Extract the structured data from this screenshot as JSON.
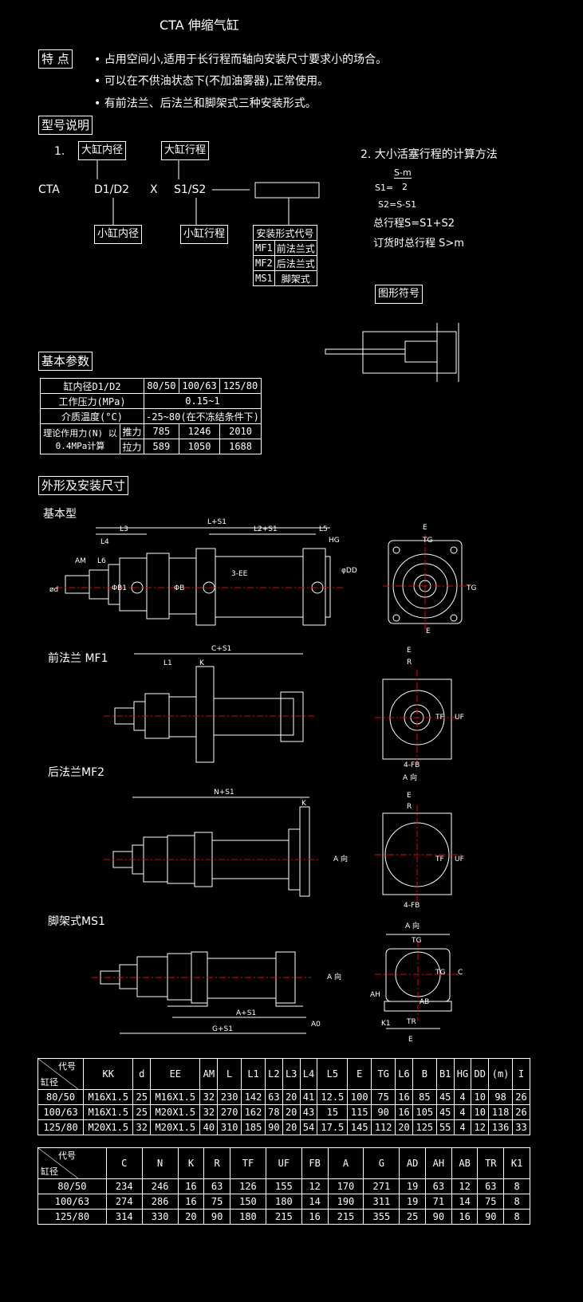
{
  "title": "CTA   伸缩气缸",
  "features": {
    "label": "特 点",
    "items": [
      "• 占用空间小,适用于长行程而轴向安装尺寸要求小的场合。",
      "• 可以在不供油状态下(不加油雾器),正常使用。",
      "• 有前法兰、后法兰和脚架式三种安装形式。"
    ]
  },
  "model": {
    "label": "型号说明",
    "num": "1.",
    "big_bore": "大缸内径",
    "big_stroke": "大缸行程",
    "cta": "CTA",
    "d": "D1/D2",
    "x": "X",
    "s": "S1/S2",
    "small_bore": "小缸内径",
    "small_stroke": "小缸行程",
    "mount_header": "安装形式代号",
    "mounts": [
      [
        "MF1",
        "前法兰式"
      ],
      [
        "MF2",
        "后法兰式"
      ],
      [
        "MS1",
        "脚架式"
      ]
    ]
  },
  "calc": {
    "title": "2. 大小活塞行程的计算方法",
    "f1_num": "S-m",
    "f1_lhs": "S1=",
    "f1_den": "2",
    "f2": "S2=S-S1",
    "f3": "总行程S=S1+S2",
    "f4": "订货时总行程  S>m"
  },
  "symbol_label": "图形符号",
  "params": {
    "label": "基本参数",
    "rows": [
      [
        "缸内径D1/D2",
        "80/50",
        "100/63",
        "125/80"
      ],
      [
        "工作压力(MPa)",
        "0.15~1"
      ],
      [
        "介质温度(°C)",
        "-25~80(在不冻结条件下)"
      ]
    ],
    "force_label": "理论作用力(N) 以0.4MPa计算",
    "push": [
      "推力",
      "785",
      "1246",
      "2010"
    ],
    "pull": [
      "拉力",
      "589",
      "1050",
      "1688"
    ]
  },
  "dims_label": "外形及安装尺寸",
  "views": {
    "basic": "基本型",
    "mf1": "前法兰 MF1",
    "mf2": "后法兰MF2",
    "ms1": "脚架式MS1",
    "basic_dims": [
      "L+S1",
      "L3",
      "L2+S1",
      "L5",
      "L4",
      "HG",
      "AM",
      "L6",
      "3-EE",
      "ød",
      "ΦB1",
      "ΦB",
      "φDD",
      "E",
      "TG",
      "TG",
      "E"
    ],
    "mf1_dims": [
      "C+S1",
      "L1",
      "K",
      "E",
      "R",
      "TF",
      "UF",
      "4-FB"
    ],
    "mf2_dims": [
      "N+S1",
      "K",
      "A 向",
      "A 向",
      "E",
      "R",
      "TF",
      "UF",
      "4-FB"
    ],
    "ms1_dims": [
      "A 向",
      "A 向",
      "TG",
      "TG",
      "C",
      "AH",
      "AB",
      "TR",
      "E",
      "A+S1",
      "A0",
      "G+S1",
      "K1"
    ]
  },
  "table1": {
    "h1": "代号",
    "h2": "缸径",
    "cols": [
      "KK",
      "d",
      "EE",
      "AM",
      "L",
      "L1",
      "L2",
      "L3",
      "L4",
      "L5",
      "E",
      "TG",
      "L6",
      "B",
      "B1",
      "HG",
      "DD",
      "(m)",
      "I"
    ],
    "rows": [
      [
        "80/50",
        "M16X1.5",
        "25",
        "M16X1.5",
        "32",
        "230",
        "142",
        "63",
        "20",
        "41",
        "12.5",
        "100",
        "75",
        "16",
        "85",
        "45",
        "4",
        "10",
        "98",
        "26"
      ],
      [
        "100/63",
        "M16X1.5",
        "25",
        "M20X1.5",
        "32",
        "270",
        "162",
        "78",
        "20",
        "43",
        "15",
        "115",
        "90",
        "16",
        "105",
        "45",
        "4",
        "10",
        "118",
        "26"
      ],
      [
        "125/80",
        "M20X1.5",
        "32",
        "M20X1.5",
        "40",
        "310",
        "185",
        "90",
        "20",
        "54",
        "17.5",
        "145",
        "112",
        "20",
        "125",
        "55",
        "4",
        "12",
        "136",
        "33"
      ]
    ]
  },
  "table2": {
    "h1": "代号",
    "h2": "缸径",
    "cols": [
      "C",
      "N",
      "K",
      "R",
      "TF",
      "UF",
      "FB",
      "A",
      "G",
      "AD",
      "AH",
      "AB",
      "TR",
      "K1"
    ],
    "rows": [
      [
        "80/50",
        "234",
        "246",
        "16",
        "63",
        "126",
        "155",
        "12",
        "170",
        "271",
        "19",
        "63",
        "12",
        "63",
        "8"
      ],
      [
        "100/63",
        "274",
        "286",
        "16",
        "75",
        "150",
        "180",
        "14",
        "190",
        "311",
        "19",
        "71",
        "14",
        "75",
        "8"
      ],
      [
        "125/80",
        "314",
        "330",
        "20",
        "90",
        "180",
        "215",
        "16",
        "215",
        "355",
        "25",
        "90",
        "16",
        "90",
        "8"
      ]
    ]
  }
}
